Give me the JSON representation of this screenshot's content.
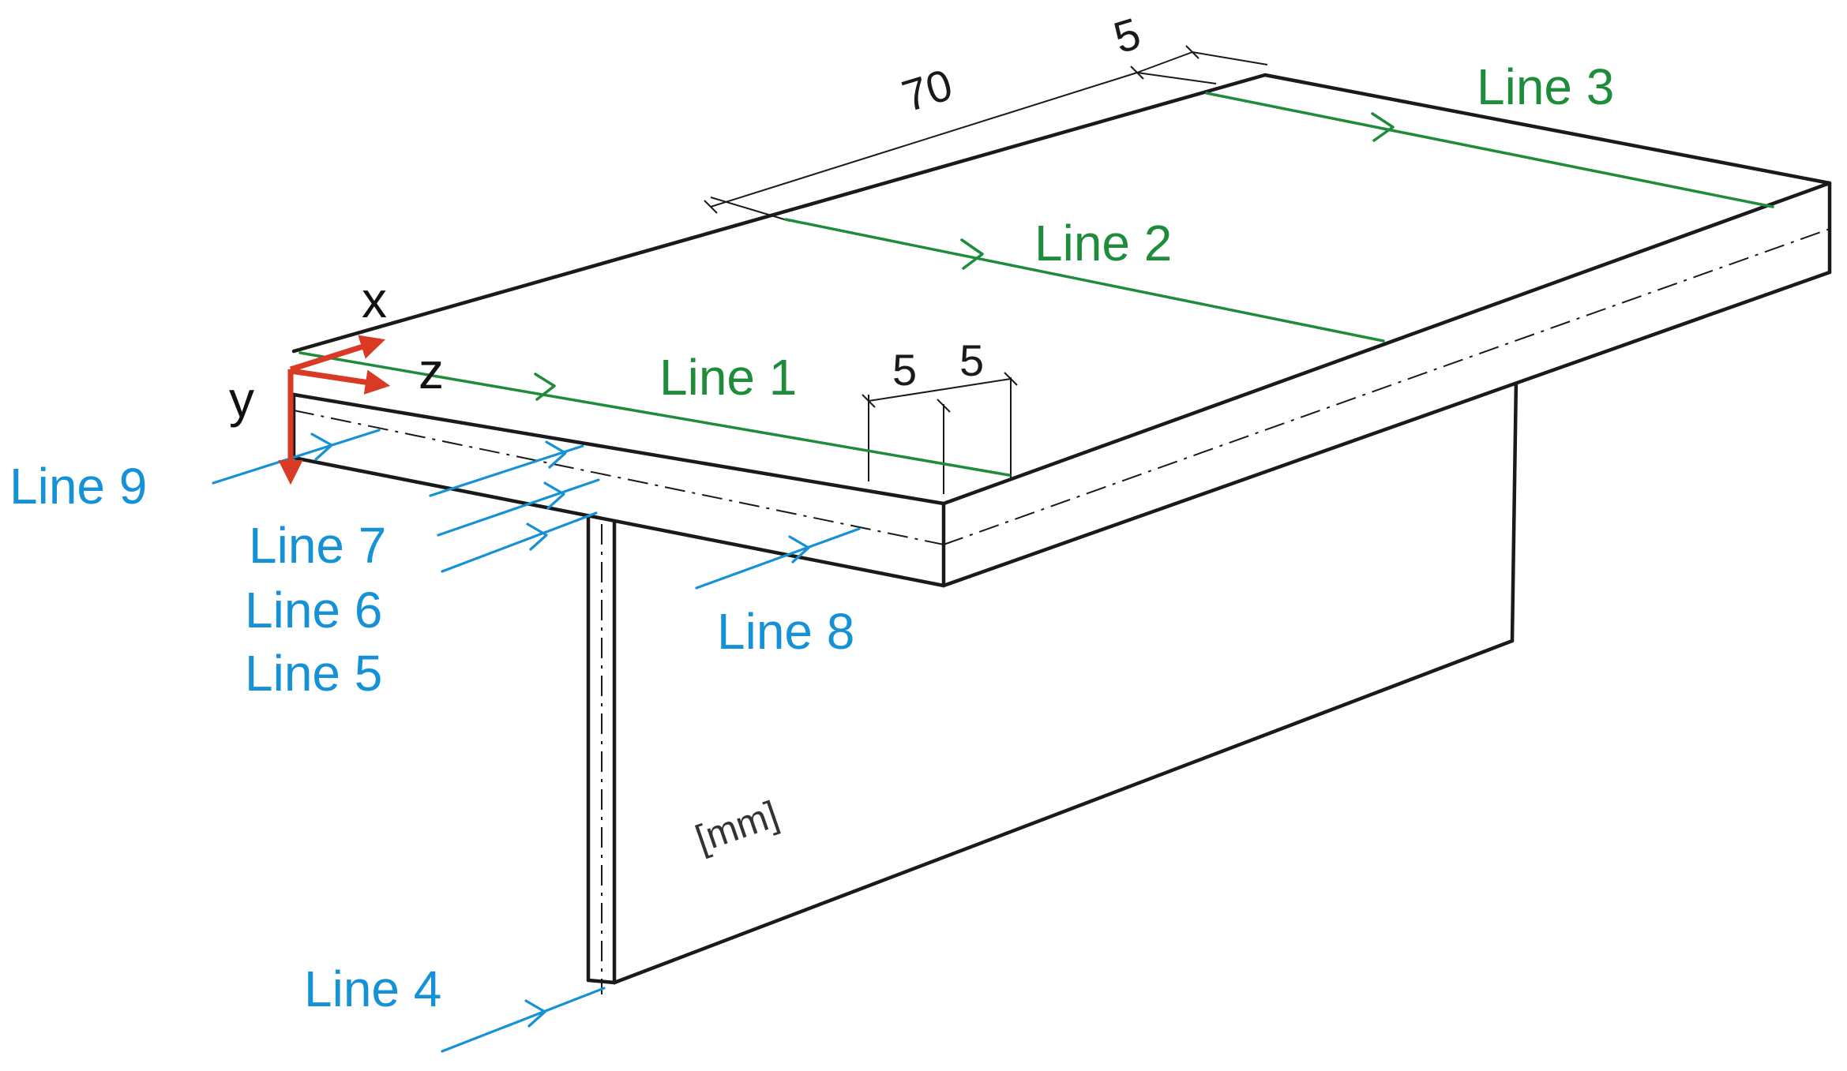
{
  "axes": {
    "x": {
      "label": "x",
      "color": "#d93a26"
    },
    "y": {
      "label": "y",
      "color": "#d93a26"
    },
    "z": {
      "label": "z",
      "color": "#d93a26"
    }
  },
  "dimensions": {
    "flange_span": "70",
    "edge_offset": "5",
    "offset_a": "5",
    "offset_b": "5"
  },
  "units": "[mm]",
  "lines": {
    "line1": {
      "label": "Line 1",
      "color": "#1e8c3a"
    },
    "line2": {
      "label": "Line 2",
      "color": "#1e8c3a"
    },
    "line3": {
      "label": "Line 3",
      "color": "#1e8c3a"
    },
    "line4": {
      "label": "Line 4",
      "color": "#1591d6"
    },
    "line5": {
      "label": "Line 5",
      "color": "#1591d6"
    },
    "line6": {
      "label": "Line 6",
      "color": "#1591d6"
    },
    "line7": {
      "label": "Line 7",
      "color": "#1591d6"
    },
    "line8": {
      "label": "Line 8",
      "color": "#1591d6"
    },
    "line9": {
      "label": "Line 9",
      "color": "#1591d6"
    }
  }
}
